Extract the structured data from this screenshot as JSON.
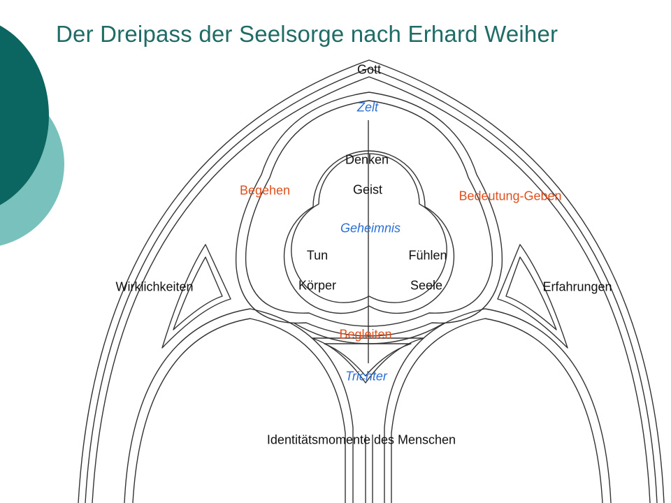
{
  "title": "Der Dreipass der Seelsorge nach Erhard Weiher",
  "colors": {
    "accent_dark": "#0b6560",
    "accent_light": "#79c1bd",
    "title": "#1f6b66",
    "blue_label": "#2b6fd6",
    "orange_label": "#e0501e",
    "line": "#333333"
  },
  "labels": {
    "gott": "Gott",
    "zelt": "Zelt",
    "denken": "Denken",
    "geist": "Geist",
    "begehen": "Begehen",
    "bedeutung": "Bedeutung-Geben",
    "geheimnis": "Geheimnis",
    "tun": "Tun",
    "fuehlen": "Fühlen",
    "koerper": "Körper",
    "seele": "Seele",
    "wirklichkeiten": "Wirklichkeiten",
    "erfahrungen": "Erfahrungen",
    "begleiten": "Begleiten",
    "trichter": "Trichter",
    "identitaet": "Identitätsmomente des Menschen"
  }
}
